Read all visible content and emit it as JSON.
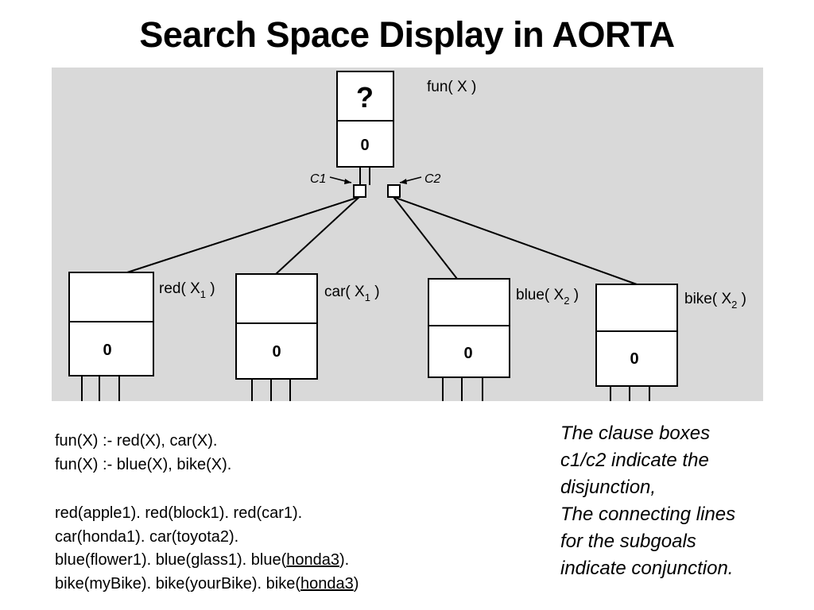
{
  "slide": {
    "title": "Search Space Display in AORTA"
  },
  "diagram": {
    "root": {
      "top_symbol": "?",
      "bottom_value": "0",
      "label": "fun( X  )"
    },
    "clauses": [
      {
        "name": "C1"
      },
      {
        "name": "C2"
      }
    ],
    "subgoals": [
      {
        "label_prefix": "red( X",
        "label_sub": "1",
        "label_suffix": " )",
        "bottom_value": "0"
      },
      {
        "label_prefix": "car( X",
        "label_sub": "1",
        "label_suffix": " )",
        "bottom_value": "0"
      },
      {
        "label_prefix": "blue( X",
        "label_sub": "2",
        "label_suffix": " )",
        "bottom_value": "0"
      },
      {
        "label_prefix": "bike( X",
        "label_sub": "2",
        "label_suffix": " )",
        "bottom_value": "0"
      }
    ]
  },
  "program": {
    "rules": [
      "fun(X) :- red(X), car(X).",
      "fun(X) :- blue(X), bike(X)."
    ],
    "facts": [
      {
        "text": "red(apple1). red(block1). red(car1)."
      },
      {
        "text": "car(honda1). car(toyota2)."
      },
      {
        "pre": "blue(flower1). blue(glass1). blue(",
        "underlined": "honda3",
        "post": ")."
      },
      {
        "pre": "bike(myBike). bike(yourBike). bike(",
        "underlined": "honda3",
        "post": ")"
      }
    ]
  },
  "note": {
    "lines": [
      "The clause boxes",
      "c1/c2 indicate the",
      "disjunction,",
      "The connecting lines",
      "for the subgoals",
      "indicate conjunction."
    ]
  }
}
